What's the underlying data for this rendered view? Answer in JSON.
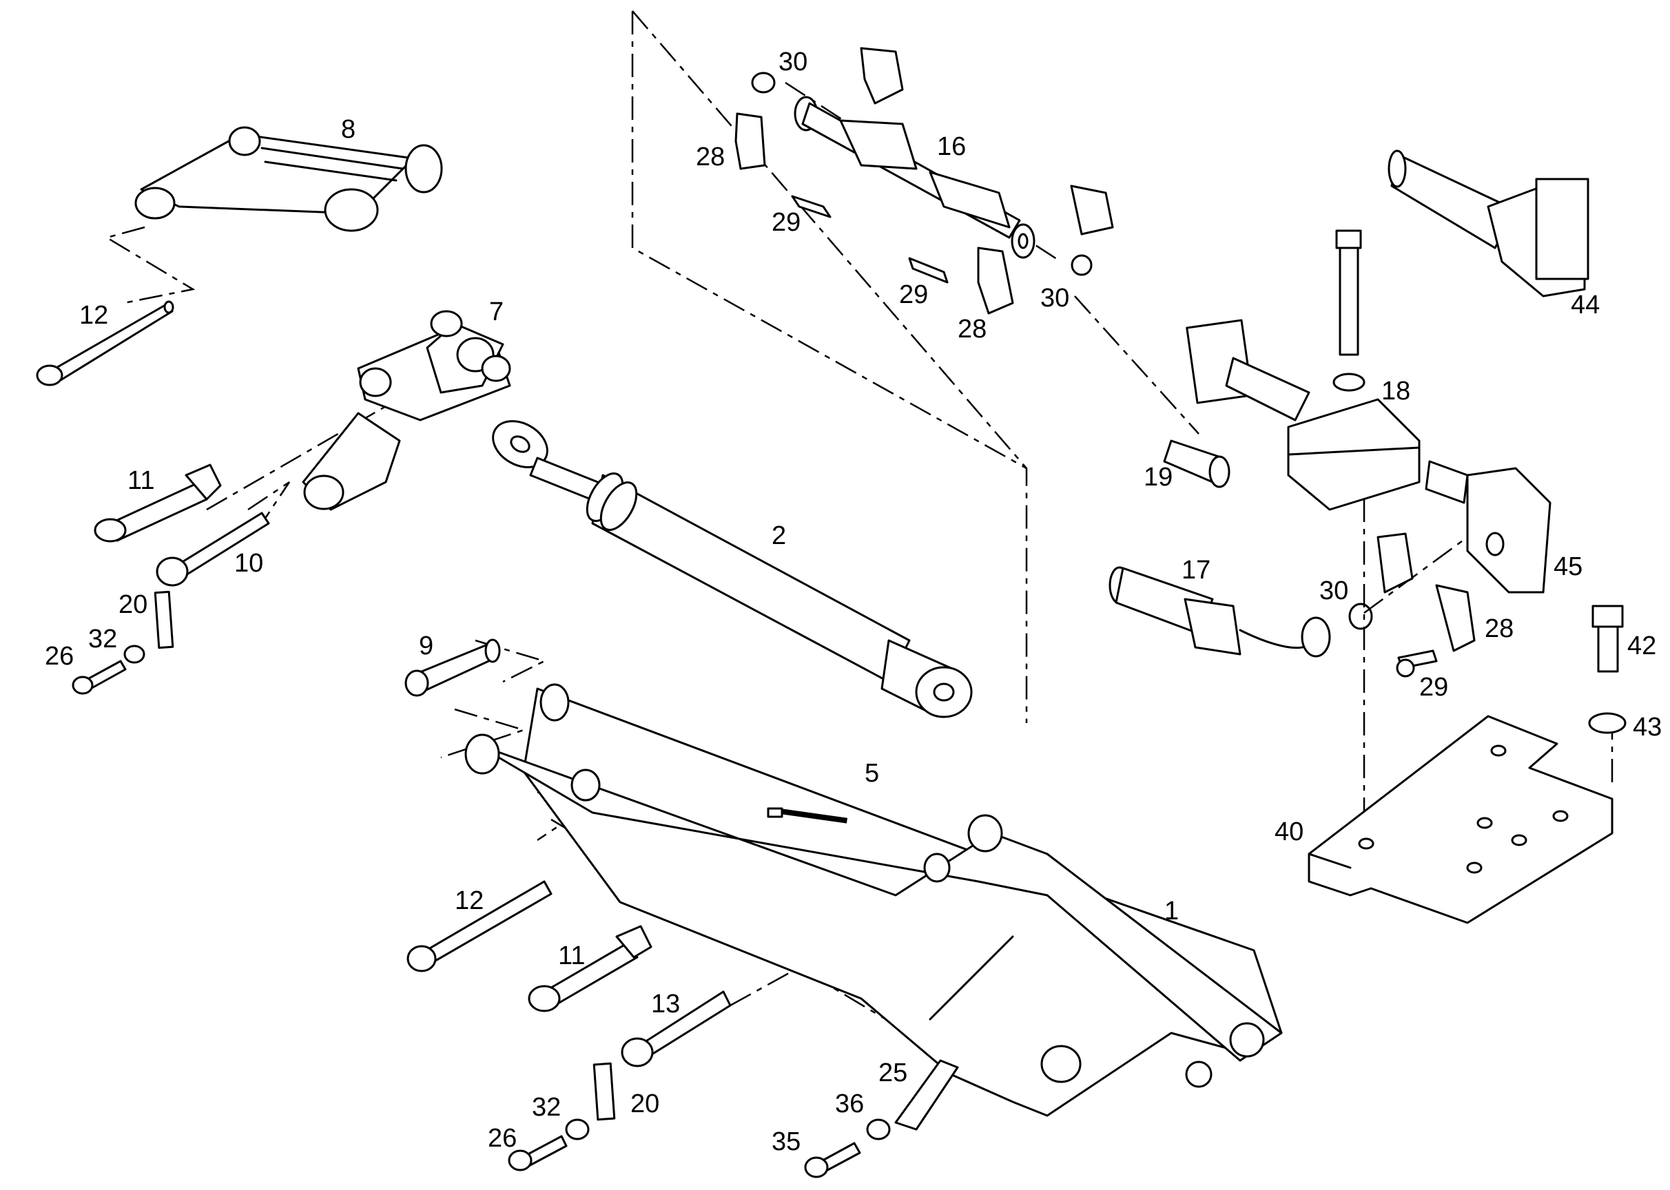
{
  "callouts": {
    "c1": "1",
    "c2": "2",
    "c5": "5",
    "c7": "7",
    "c8": "8",
    "c9": "9",
    "c10": "10",
    "c11a": "11",
    "c11b": "11",
    "c12a": "12",
    "c12b": "12",
    "c13": "13",
    "c16": "16",
    "c17": "17",
    "c18": "18",
    "c19": "19",
    "c20a": "20",
    "c20b": "20",
    "c25": "25",
    "c26a": "26",
    "c26b": "26",
    "c28a": "28",
    "c28b": "28",
    "c28c": "28",
    "c29a": "29",
    "c29b": "29",
    "c29c": "29",
    "c30a": "30",
    "c30b": "30",
    "c30c": "30",
    "c32a": "32",
    "c32b": "32",
    "c35": "35",
    "c36": "36",
    "c40": "40",
    "c42": "42",
    "c43": "43",
    "c44": "44",
    "c45": "45"
  }
}
